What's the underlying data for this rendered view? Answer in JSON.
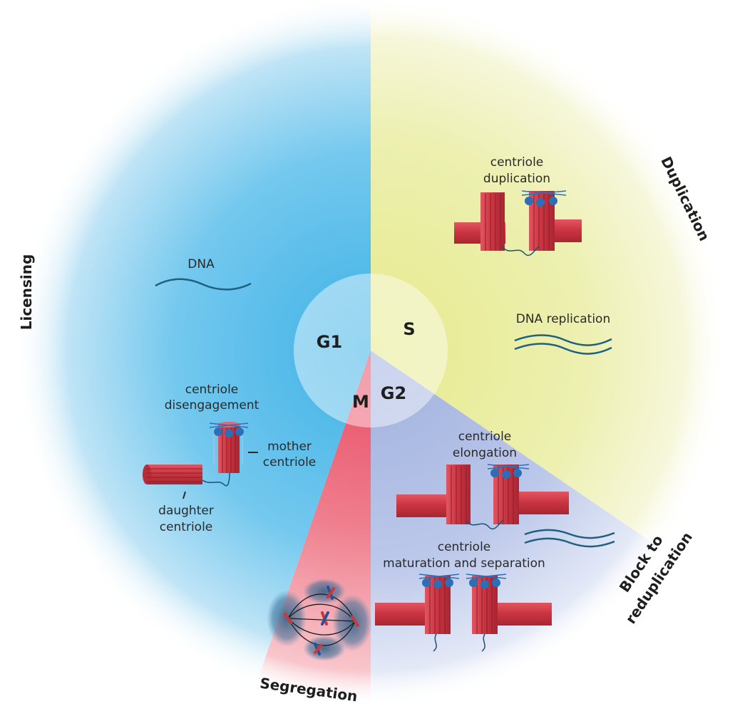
{
  "phases": {
    "g1": "G1",
    "s": "S",
    "g2": "G2",
    "m": "M"
  },
  "stages": {
    "licensing": "Licensing",
    "duplication": "Duplication",
    "block_line1": "Block to",
    "block_line2": "reduplication",
    "segregation": "Segregation"
  },
  "labels": {
    "dna": "DNA",
    "dna_replication": "DNA replication",
    "disengagement_line1": "centriole",
    "disengagement_line2": "disengagement",
    "mother_line1": "mother",
    "mother_line2": "centriole",
    "daughter_line1": "daughter",
    "daughter_line2": "centriole",
    "duplication_line1": "centriole",
    "duplication_line2": "duplication",
    "elongation_line1": "centriole",
    "elongation_line2": "elongation",
    "maturation_line1": "centriole",
    "maturation_line2": "maturation and separation"
  },
  "colors": {
    "g1_blue": "#4fb8e6",
    "s_yellow": "#e8ec9a",
    "g2_lavender": "#a9b8e0",
    "m_red": "#ea5a70",
    "centriole_red": "#d8404b",
    "cap_blue": "#2d6fb7",
    "dna_line": "#1f5f82"
  }
}
